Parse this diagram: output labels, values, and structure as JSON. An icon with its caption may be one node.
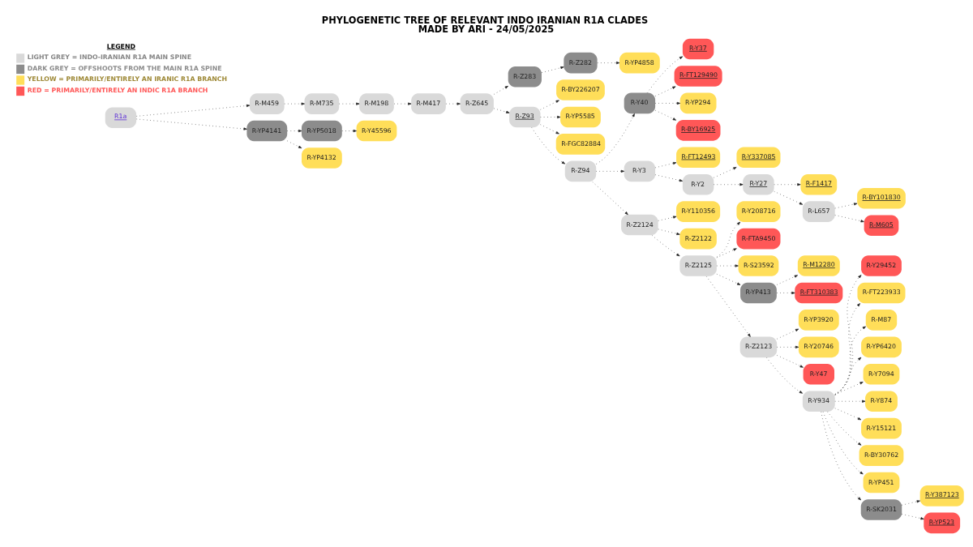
{
  "diagram": {
    "title": "PHYLOGENETIC TREE OF RELEVANT INDO IRANIAN R1A CLADES",
    "caption": "MADE BY ARI - 24/05/2025",
    "nodes": [
      {
        "text": [
          "R1a"
        ]
      },
      {
        "text": [
          "R-M459"
        ]
      },
      {
        "text": [
          "R-M735"
        ]
      },
      {
        "text": [
          "R-M198"
        ]
      },
      {
        "text": [
          "R-M417"
        ]
      },
      {
        "text": [
          "R-Z645"
        ]
      },
      {
        "text": [
          "R-Z283"
        ]
      },
      {
        "text": [
          "R-Z282"
        ]
      },
      {
        "text": [
          "R-YP4858"
        ]
      },
      {
        "text": [
          "R-Z93"
        ]
      },
      {
        "text": [
          "R-BY226207"
        ]
      },
      {
        "text": [
          "R-YP5585"
        ]
      },
      {
        "text": [
          "R-FGC82884"
        ]
      },
      {
        "text": [
          "R-Z94"
        ]
      },
      {
        "text": [
          "R-Y40"
        ]
      },
      {
        "text": [
          "R-Y37"
        ]
      },
      {
        "text": [
          "R-FT129490"
        ]
      },
      {
        "text": [
          "R-YP294"
        ]
      },
      {
        "text": [
          "R-BY16925"
        ]
      },
      {
        "text": [
          "R-Y3"
        ]
      },
      {
        "text": [
          "R-FT12493"
        ]
      },
      {
        "text": [
          "R-Y2"
        ]
      },
      {
        "text": [
          "R-Y337085"
        ]
      },
      {
        "text": [
          "R-Y27"
        ]
      },
      {
        "text": [
          "R-F1417"
        ]
      },
      {
        "text": [
          "R-L657"
        ]
      },
      {
        "text": [
          "R-BY101830"
        ]
      },
      {
        "text": [
          "R-M605"
        ]
      },
      {
        "text": [
          "R-Z2124"
        ]
      },
      {
        "text": [
          "R-Y110356"
        ]
      },
      {
        "text": [
          "R-Z2122"
        ]
      },
      {
        "text": [
          "R-Z2125"
        ]
      },
      {
        "text": [
          "R-Y208716"
        ]
      },
      {
        "text": [
          "R-FTA9450"
        ]
      },
      {
        "text": [
          "R-S23592"
        ]
      },
      {
        "text": [
          "R-YP413"
        ]
      },
      {
        "text": [
          "R-M12280"
        ]
      },
      {
        "text": [
          "R-FT310383"
        ]
      },
      {
        "text": [
          "R-Z2123"
        ]
      },
      {
        "text": [
          "R-YP3920"
        ]
      },
      {
        "text": [
          "R-Y20746"
        ]
      },
      {
        "text": [
          "R-Y47"
        ]
      },
      {
        "text": [
          "R-Y934"
        ]
      },
      {
        "text": [
          "R-Y29452"
        ]
      },
      {
        "text": [
          "R-FT223933"
        ]
      },
      {
        "text": [
          "R-M87"
        ]
      },
      {
        "text": [
          "R-YP6420"
        ]
      },
      {
        "text": [
          "R-Y7094"
        ]
      },
      {
        "text": [
          "R-Y874"
        ]
      },
      {
        "text": [
          "R-Y15121"
        ]
      },
      {
        "text": [
          "R-BY30762"
        ]
      },
      {
        "text": [
          "R-YP451"
        ]
      },
      {
        "text": [
          "R-SK2031"
        ]
      },
      {
        "text": [
          "R-Y387123"
        ]
      },
      {
        "text": [
          "R-YP523"
        ]
      },
      {
        "text": [
          "R-YP4141"
        ]
      },
      {
        "text": [
          "R-YP5018"
        ]
      },
      {
        "text": [
          "R-Y45596"
        ]
      },
      {
        "text": [
          "R-YP4132"
        ]
      }
    ],
    "edges": [
      {
        "from": 0,
        "to": 1,
        "arrow": "to"
      },
      {
        "from": 1,
        "to": 2,
        "arrow": "to"
      },
      {
        "from": 2,
        "to": 3,
        "arrow": "to"
      },
      {
        "from": 3,
        "to": 4,
        "arrow": "to"
      },
      {
        "from": 4,
        "to": 5,
        "arrow": "to"
      },
      {
        "from": 5,
        "to": 6,
        "arrow": "to"
      },
      {
        "from": 6,
        "to": 7,
        "arrow": "to"
      },
      {
        "from": 7,
        "to": 8,
        "arrow": "to"
      },
      {
        "from": 5,
        "to": 9,
        "arrow": "to"
      },
      {
        "from": 9,
        "to": 10,
        "arrow": "to"
      },
      {
        "from": 9,
        "to": 11,
        "arrow": "to"
      },
      {
        "from": 9,
        "to": 12,
        "arrow": "to"
      },
      {
        "from": 9,
        "to": 13,
        "arrow": "to"
      },
      {
        "from": 13,
        "to": 14,
        "arrow": "to"
      },
      {
        "from": 14,
        "to": 15,
        "arrow": "to"
      },
      {
        "from": 14,
        "to": 16,
        "arrow": "to"
      },
      {
        "from": 14,
        "to": 17,
        "arrow": "to"
      },
      {
        "from": 14,
        "to": 18,
        "arrow": "to"
      },
      {
        "from": 13,
        "to": 19,
        "arrow": "to"
      },
      {
        "from": 19,
        "to": 20,
        "arrow": "to"
      },
      {
        "from": 19,
        "to": 21,
        "arrow": "to"
      },
      {
        "from": 21,
        "to": 22,
        "arrow": "to"
      },
      {
        "from": 21,
        "to": 23,
        "arrow": "to"
      },
      {
        "from": 23,
        "to": 24,
        "arrow": "to"
      },
      {
        "from": 23,
        "to": 25,
        "arrow": "to"
      },
      {
        "from": 25,
        "to": 26,
        "arrow": "to"
      },
      {
        "from": 25,
        "to": 27,
        "arrow": "to"
      },
      {
        "from": 13,
        "to": 28,
        "arrow": "to"
      },
      {
        "from": 28,
        "to": 29,
        "arrow": "to"
      },
      {
        "from": 28,
        "to": 30,
        "arrow": "to"
      },
      {
        "from": 28,
        "to": 31,
        "arrow": "to"
      },
      {
        "from": 31,
        "to": 32,
        "arrow": "to"
      },
      {
        "from": 31,
        "to": 33,
        "arrow": "to"
      },
      {
        "from": 31,
        "to": 34,
        "arrow": "to"
      },
      {
        "from": 31,
        "to": 35,
        "arrow": "to"
      },
      {
        "from": 35,
        "to": 36,
        "arrow": "to"
      },
      {
        "from": 35,
        "to": 37,
        "arrow": "to"
      },
      {
        "from": 31,
        "to": 38,
        "arrow": "to"
      },
      {
        "from": 38,
        "to": 39,
        "arrow": "to"
      },
      {
        "from": 38,
        "to": 40,
        "arrow": "to"
      },
      {
        "from": 38,
        "to": 41,
        "arrow": "to"
      },
      {
        "from": 38,
        "to": 42,
        "arrow": "to"
      },
      {
        "from": 42,
        "to": 43,
        "arrow": "to"
      },
      {
        "from": 42,
        "to": 44,
        "arrow": "to"
      },
      {
        "from": 42,
        "to": 45,
        "arrow": "to"
      },
      {
        "from": 42,
        "to": 46,
        "arrow": "to"
      },
      {
        "from": 42,
        "to": 47,
        "arrow": "to"
      },
      {
        "from": 42,
        "to": 48,
        "arrow": "to"
      },
      {
        "from": 42,
        "to": 49,
        "arrow": "to"
      },
      {
        "from": 42,
        "to": 50,
        "arrow": "to"
      },
      {
        "from": 42,
        "to": 51,
        "arrow": "to"
      },
      {
        "from": 42,
        "to": 52,
        "arrow": "to"
      },
      {
        "from": 52,
        "to": 53,
        "arrow": "to"
      },
      {
        "from": 52,
        "to": 54,
        "arrow": "to"
      },
      {
        "from": 0,
        "to": 55,
        "arrow": "to"
      },
      {
        "from": 55,
        "to": 56,
        "arrow": "to"
      },
      {
        "from": 56,
        "to": 57,
        "arrow": "to"
      },
      {
        "from": 55,
        "to": 58,
        "arrow": "to"
      }
    ],
    "labels": [
      "LEGEND"
    ],
    "legend": [
      {
        "text": "LIGHT GREY = INDO-IRANIAN R1A MAIN SPINE",
        "color": "#d9d9d9"
      },
      {
        "text": "DARK GREY = OFFSHOOTS FROM THE MAIN R1A SPINE",
        "color": "#8c8c8c"
      },
      {
        "text": "YELLOW = PRIMARILY/ENTIRELY AN IRANIC R1A BRANCH",
        "color": "#ffde59"
      },
      {
        "text": "RED = PRIMARILY/ENTIRELY AN INDIC R1A BRANCH",
        "color": "#ff5757"
      }
    ]
  }
}
